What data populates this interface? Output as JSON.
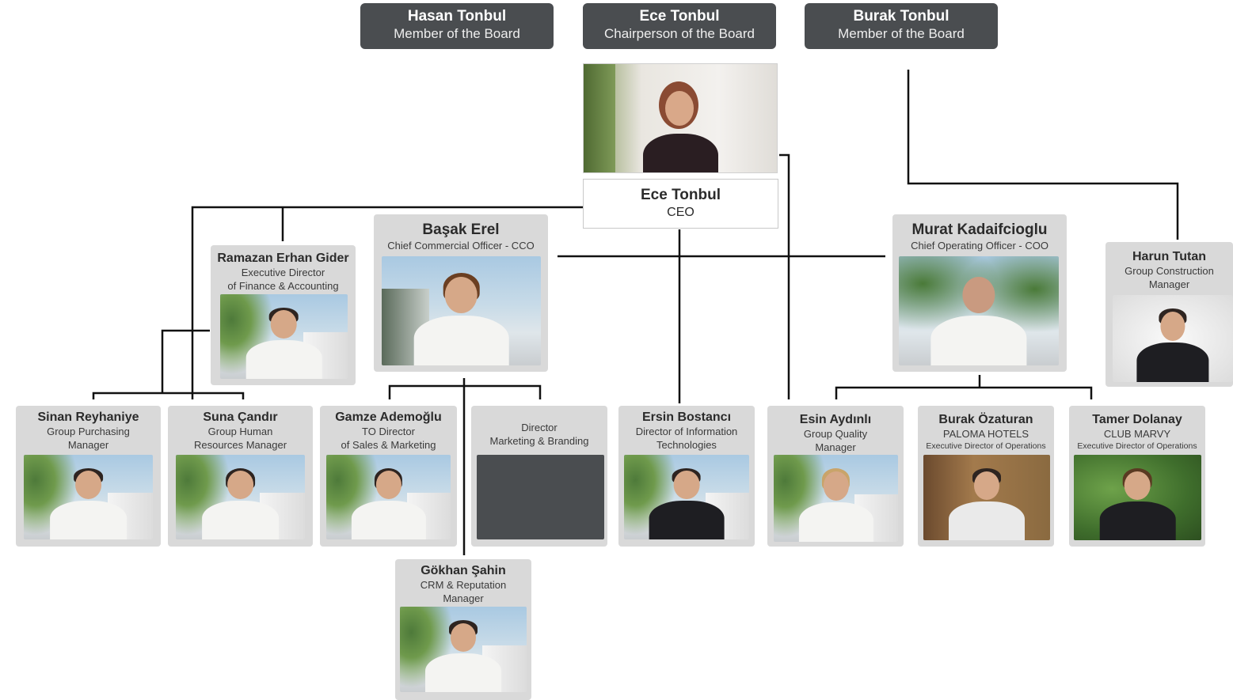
{
  "board": [
    {
      "name": "Hasan Tonbul",
      "role": "Member of the Board"
    },
    {
      "name": "Ece Tonbul",
      "role": "Chairperson of the Board"
    },
    {
      "name": "Burak Tonbul",
      "role": "Member of the Board"
    }
  ],
  "ceo": {
    "name": "Ece Tonbul",
    "role": "CEO"
  },
  "cco": {
    "name": "Başak Erel",
    "role": "Chief Commercial Officer - CCO"
  },
  "coo": {
    "name": "Murat Kadaifcioglu",
    "role": "Chief Operating Officer - COO"
  },
  "finance": {
    "name": "Ramazan Erhan Gider",
    "role1": "Executive Director",
    "role2": "of Finance & Accounting"
  },
  "construction": {
    "name": "Harun Tutan",
    "role1": "Group Construction",
    "role2": "Manager"
  },
  "staff": [
    {
      "name": "Sinan Reyhaniye",
      "role1": "Group Purchasing",
      "role2": "Manager"
    },
    {
      "name": "Suna Çandır",
      "role1": "Group Human",
      "role2": "Resources Manager"
    },
    {
      "name": "Gamze Ademoğlu",
      "role1": "TO Director",
      "role2": "of Sales & Marketing"
    },
    {
      "name": "",
      "role1": "Director",
      "role2": "Marketing & Branding"
    },
    {
      "name": "Ersin Bostancı",
      "role1": "Director of Information",
      "role2": "Technologies"
    },
    {
      "name": "Esin Aydınlı",
      "role1": "Group Quality",
      "role2": "Manager"
    },
    {
      "name": "Burak Özaturan",
      "role1": "PALOMA HOTELS",
      "role2": "Executive Director of Operations"
    },
    {
      "name": "Tamer Dolanay",
      "role1": "CLUB MARVY",
      "role2": "Executive Director of Operations"
    }
  ],
  "crm": {
    "name": "Gökhan Şahin",
    "role1": "CRM & Reputation",
    "role2": "Manager"
  }
}
